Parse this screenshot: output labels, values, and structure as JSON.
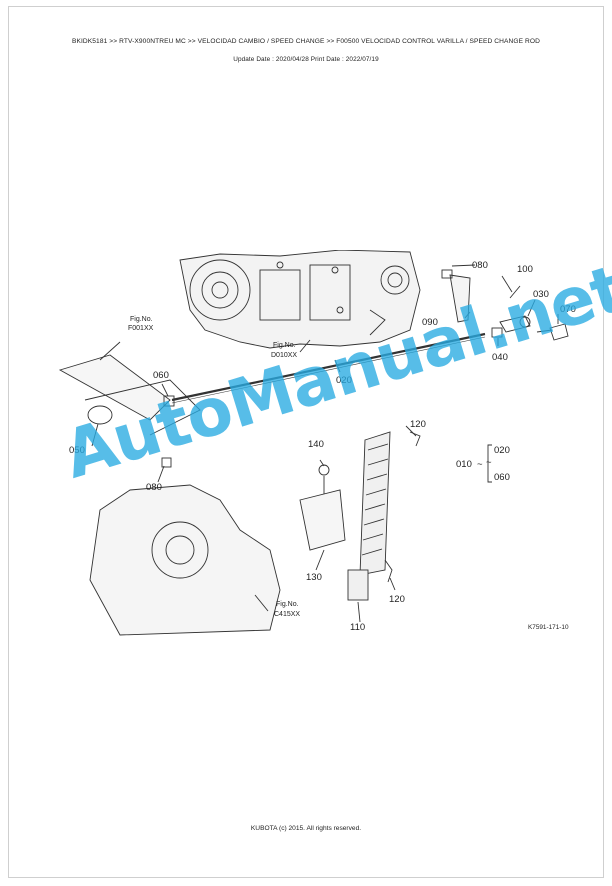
{
  "header": {
    "breadcrumb": "BKIDK5181 >> RTV-X900NTREU MC >> VELOCIDAD CAMBIO / SPEED CHANGE >> F00500   VELOCIDAD CONTROL VARILLA / SPEED CHANGE ROD",
    "dates": "Update Date : 2020/04/28   Print Date : 2022/07/19"
  },
  "diagram": {
    "fig_refs": [
      {
        "label": "Fig.No.",
        "code": "F001XX"
      },
      {
        "label": "Fig.No.",
        "code": "D010XX"
      },
      {
        "label": "Fig.No.",
        "code": "C415XX"
      }
    ],
    "callouts": [
      "010",
      "020",
      "030",
      "040",
      "050",
      "060",
      "070",
      "080",
      "090",
      "100",
      "110",
      "120",
      "130",
      "140"
    ],
    "group_note": {
      "main": "010",
      "from": "020",
      "to": "060",
      "tilde": "~"
    },
    "figure_code": "K7591-171-10"
  },
  "watermark": "AutoManual.net",
  "footer": "KUBOTA (c) 2015. All rights reserved."
}
